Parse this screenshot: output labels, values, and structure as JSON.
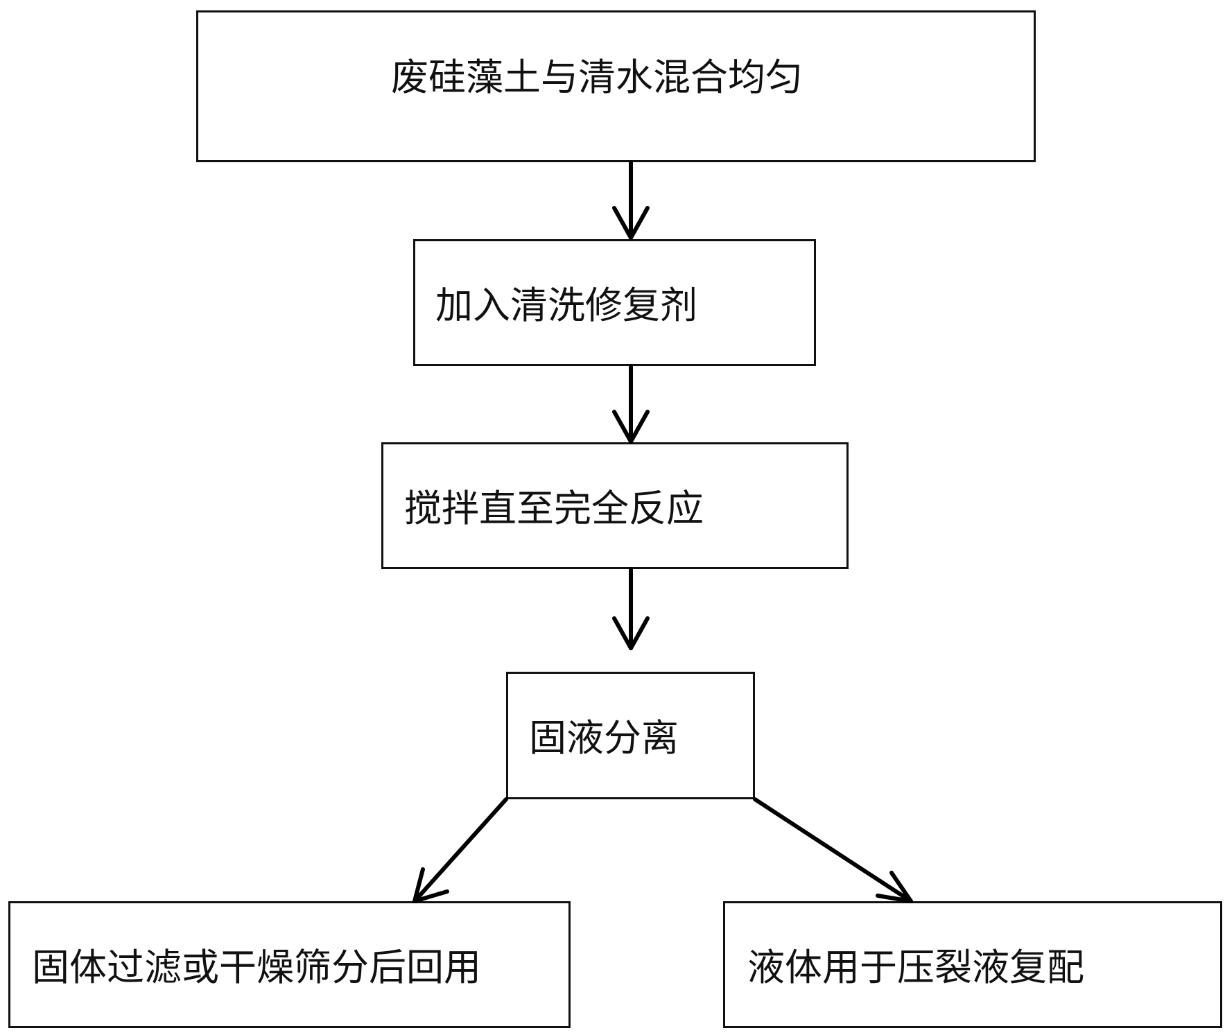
{
  "diagram": {
    "steps": [
      {
        "id": "mix",
        "label": "废硅藻土与清水混合均匀"
      },
      {
        "id": "add",
        "label": "加入清洗修复剂"
      },
      {
        "id": "stir",
        "label": "搅拌直至完全反应"
      },
      {
        "id": "separate",
        "label": "固液分离"
      },
      {
        "id": "solid",
        "label": "固体过滤或干燥筛分后回用"
      },
      {
        "id": "liquid",
        "label": "液体用于压裂液复配"
      }
    ],
    "edges": [
      {
        "from": "mix",
        "to": "add"
      },
      {
        "from": "add",
        "to": "stir"
      },
      {
        "from": "stir",
        "to": "separate"
      },
      {
        "from": "separate",
        "to": "solid"
      },
      {
        "from": "separate",
        "to": "liquid"
      }
    ]
  }
}
